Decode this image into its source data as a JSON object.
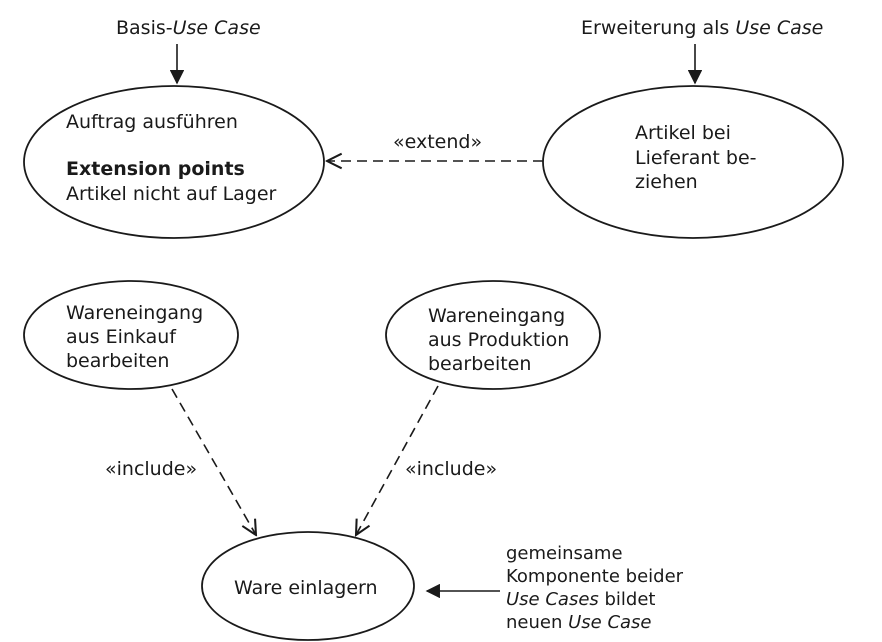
{
  "annotations": {
    "basis_prefix": "Basis-",
    "basis_italic": "Use Case",
    "erweiterung_prefix": "Erweiterung als ",
    "erweiterung_italic": "Use Case",
    "gemeinsame": {
      "line1": "gemeinsame",
      "line2": "Komponente beider",
      "line3_italic": "Use Cases",
      "line3_rest": " bildet",
      "line4_prefix": "neuen ",
      "line4_italic": "Use Case"
    }
  },
  "use_cases": {
    "auftrag": {
      "name": "Auftrag ausführen",
      "ext_heading": "Extension points",
      "ext_point": "Artikel nicht auf Lager"
    },
    "artikel": {
      "line1": "Artikel bei",
      "line2": "Lieferant be-",
      "line3": "ziehen"
    },
    "einkauf": {
      "line1": "Wareneingang",
      "line2": "aus Einkauf",
      "line3": "bearbeiten"
    },
    "produktion": {
      "line1": "Wareneingang",
      "line2": "aus Produktion",
      "line3": "bearbeiten"
    },
    "einlagern": {
      "name": "Ware einlagern"
    }
  },
  "relations": {
    "extend": "«extend»",
    "include_left": "«include»",
    "include_right": "«include»"
  }
}
